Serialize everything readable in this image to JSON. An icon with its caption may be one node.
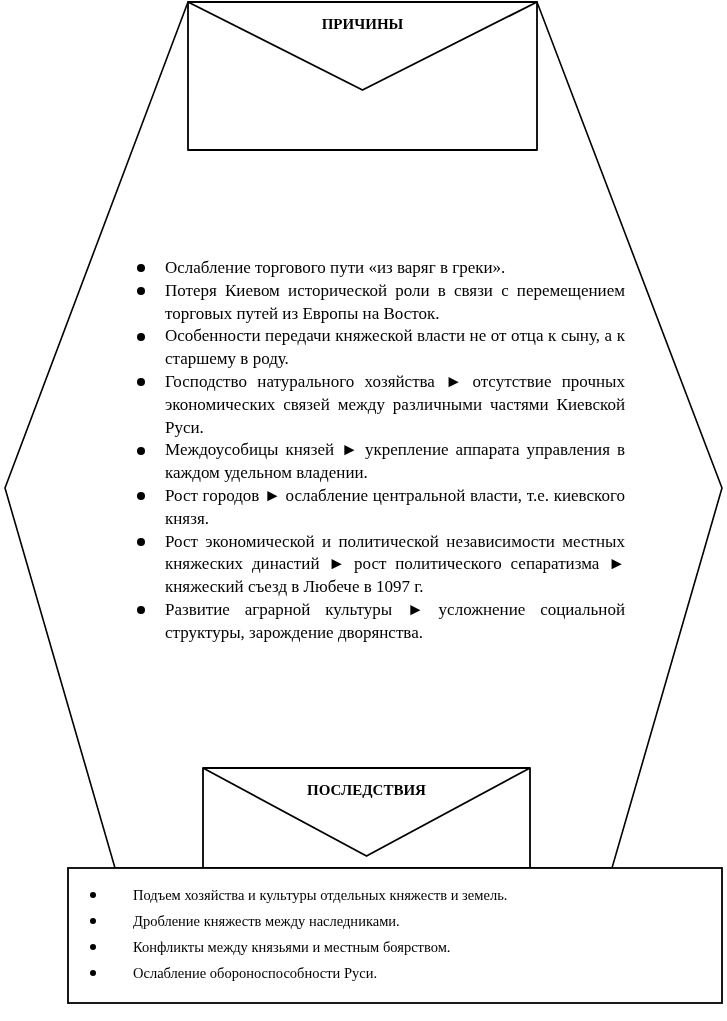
{
  "diagram": {
    "nodes": [
      {
        "text": [
          "Ослабление торгового пути «из варяг в греки».",
          "Потеря Киевом исторической роли в связи с перемещением торговых путей из Европы на Восток.",
          "Особенности передачи княжеской власти не от отца к сыну, а к старшему в роду.",
          "Господство натурального хозяйства ► отсутствие прочных экономических связей между различными частями Киевской Руси.",
          "Междоусобицы князей ► укрепление аппарата управления в каждом удельном владении.",
          "Рост городов ► ослабление центральной власти, т.е. киевского князя.",
          "Рост экономической и политической независимости местных княжеских династий ► рост политического сепаратизма ► княжеский съезд в Любече в 1097 г.",
          "Развитие аграрной культуры ► усложнение социальной структуры, зарождение дворянства."
        ]
      },
      {
        "text": [
          "ПРИЧИНЫ"
        ],
        "in": 0
      },
      {
        "text": [
          "ПОСЛЕДСТВИЯ"
        ],
        "in": 0
      },
      {
        "text": [
          "Подъем хозяйства и культуры отдельных княжеств и земель.",
          "Дробление княжеств между наследниками.",
          "Конфликты между князьями и местным боярством.",
          "Ослабление обороноспособности Руси."
        ]
      }
    ],
    "edges": []
  }
}
